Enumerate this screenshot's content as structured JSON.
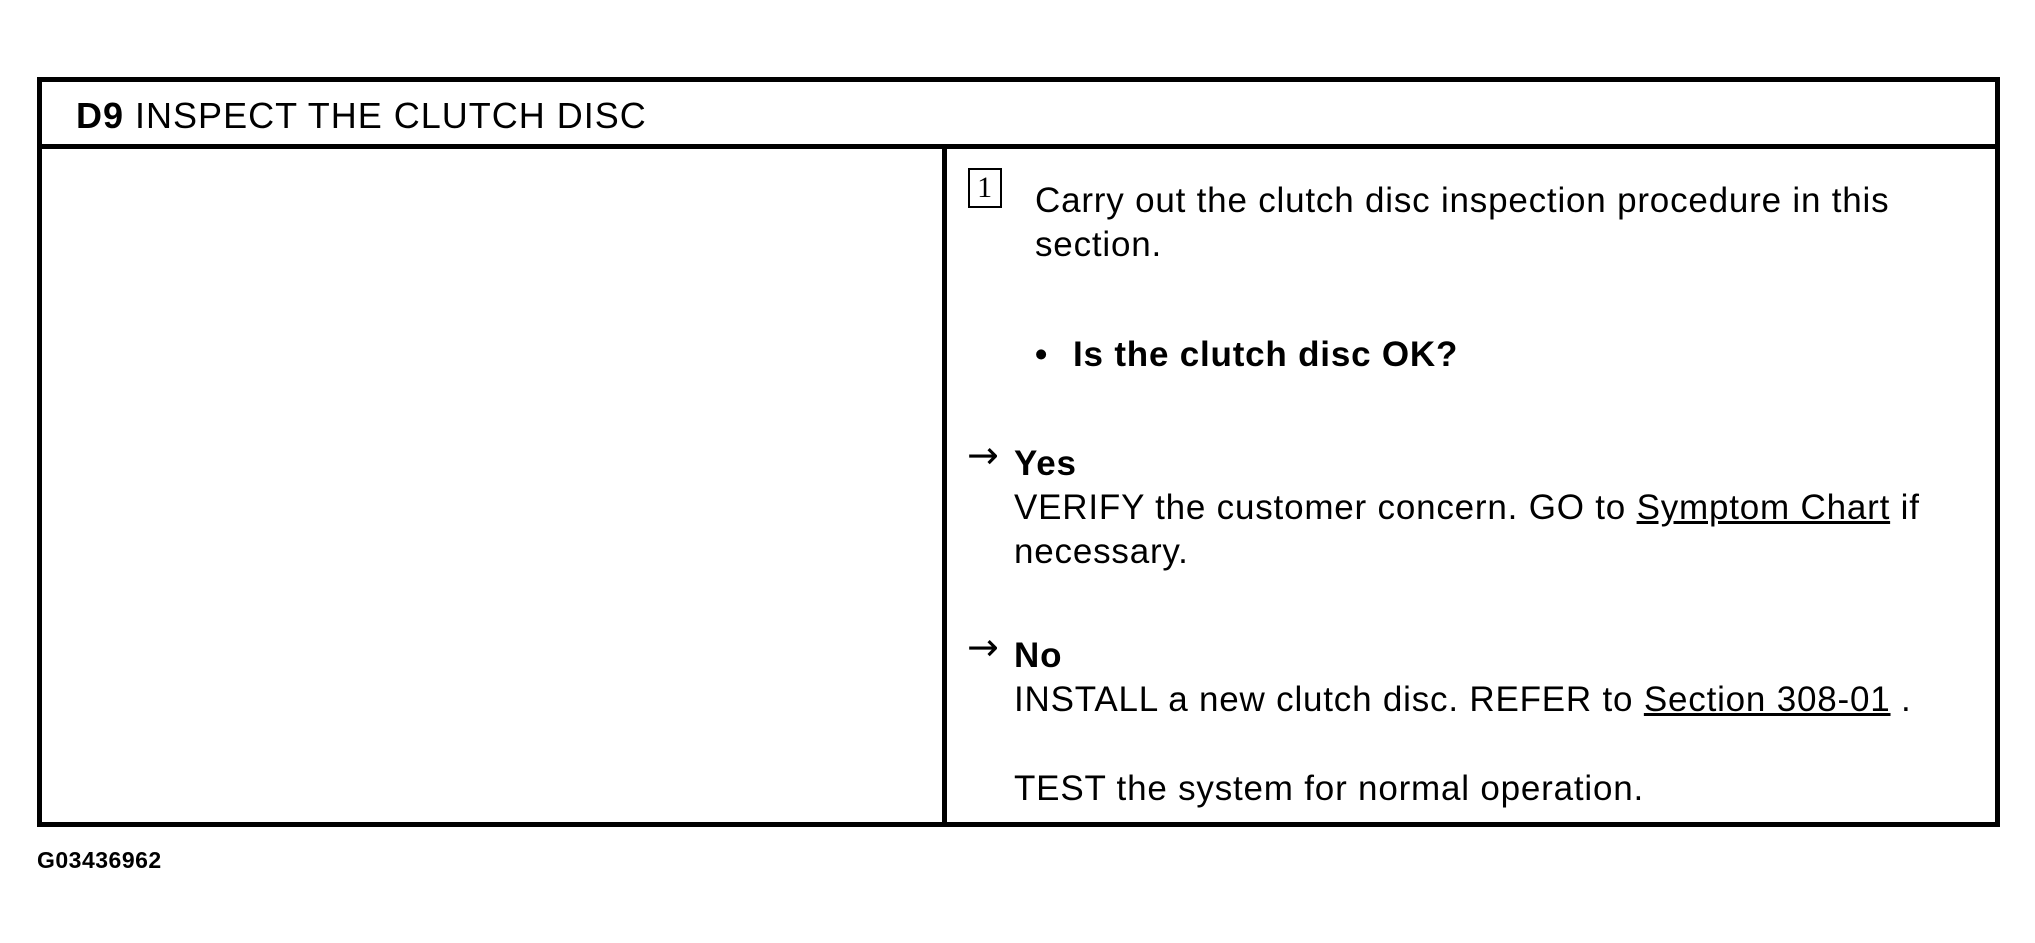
{
  "header": {
    "step_code": "D9",
    "title": "INSPECT THE CLUTCH DISC"
  },
  "step": {
    "number": "1",
    "instruction": "Carry out the clutch disc inspection procedure in this section.",
    "question": "Is the clutch disc OK?",
    "bullet": "•"
  },
  "answers": {
    "arrow": "→",
    "yes": {
      "label": "Yes",
      "text_before": "VERIFY the customer concern. GO to ",
      "link": "Symptom Chart",
      "text_after": " if necessary."
    },
    "no": {
      "label": "No",
      "text_before": "INSTALL a new clutch disc. REFER to ",
      "link": "Section 308-01",
      "text_after": " .",
      "text_extra": "TEST the system for normal operation."
    }
  },
  "footer": {
    "figure_id": "G03436962"
  }
}
